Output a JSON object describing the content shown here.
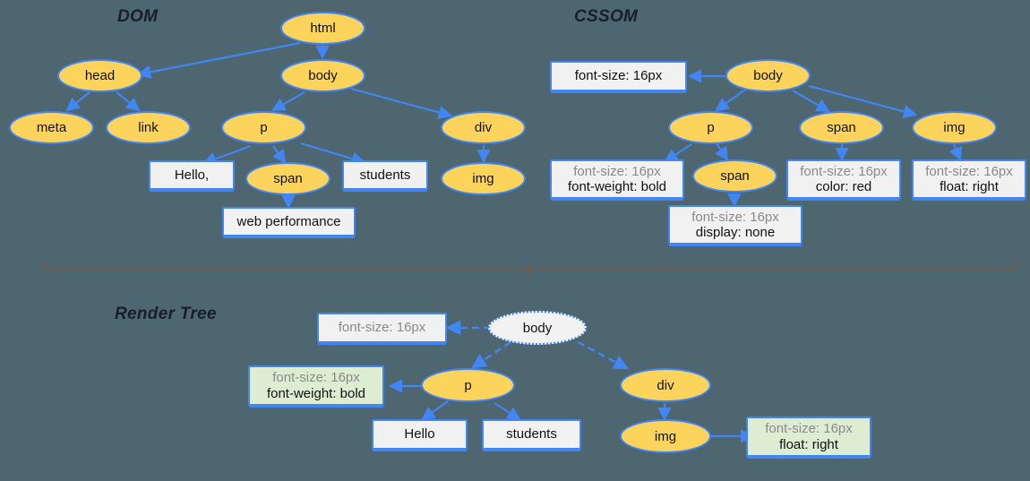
{
  "page": {
    "background_color": "#4d6670",
    "node_fill": "#fcd45c",
    "node_stroke": "#4285f4",
    "box_fill": "#f1f1f1",
    "box_fill_green": "#ddedd2",
    "dim_text_color": "#8a8a8a"
  },
  "sections": {
    "dom": {
      "title": "DOM"
    },
    "cssom": {
      "title": "CSSOM"
    },
    "render_tree": {
      "title": "Render Tree"
    }
  },
  "dom": {
    "nodes": [
      {
        "id": "html",
        "label": "html"
      },
      {
        "id": "head",
        "label": "head"
      },
      {
        "id": "body",
        "label": "body"
      },
      {
        "id": "meta",
        "label": "meta"
      },
      {
        "id": "link",
        "label": "link"
      },
      {
        "id": "p",
        "label": "p"
      },
      {
        "id": "div",
        "label": "div"
      },
      {
        "id": "span",
        "label": "span"
      },
      {
        "id": "img",
        "label": "img"
      }
    ],
    "text_nodes": [
      {
        "id": "hello",
        "label": "Hello,"
      },
      {
        "id": "students",
        "label": "students"
      },
      {
        "id": "webperf",
        "label": "web performance"
      }
    ]
  },
  "cssom": {
    "nodes": [
      {
        "id": "body",
        "label": "body"
      },
      {
        "id": "p",
        "label": "p"
      },
      {
        "id": "span_in_p",
        "label": "span"
      },
      {
        "id": "span",
        "label": "span"
      },
      {
        "id": "img",
        "label": "img"
      }
    ],
    "rules": [
      {
        "id": "body_rule",
        "lines": [
          {
            "text": "font-size: 16px",
            "dim": false
          }
        ]
      },
      {
        "id": "p_rule",
        "lines": [
          {
            "text": "font-size: 16px",
            "dim": true
          },
          {
            "text": "font-weight: bold",
            "dim": false
          }
        ]
      },
      {
        "id": "span_in_p_rule",
        "lines": [
          {
            "text": "font-size: 16px",
            "dim": true
          },
          {
            "text": "display: none",
            "dim": false
          }
        ]
      },
      {
        "id": "span_rule",
        "lines": [
          {
            "text": "font-size: 16px",
            "dim": true
          },
          {
            "text": "color: red",
            "dim": false
          }
        ]
      },
      {
        "id": "img_rule",
        "lines": [
          {
            "text": "font-size: 16px",
            "dim": true
          },
          {
            "text": "float: right",
            "dim": false
          }
        ]
      }
    ]
  },
  "render_tree": {
    "nodes": [
      {
        "id": "body",
        "label": "body"
      },
      {
        "id": "p",
        "label": "p"
      },
      {
        "id": "div",
        "label": "div"
      },
      {
        "id": "img",
        "label": "img"
      }
    ],
    "text_nodes": [
      {
        "id": "hello",
        "label": "Hello"
      },
      {
        "id": "students",
        "label": "students"
      }
    ],
    "rules": [
      {
        "id": "body_rule",
        "lines": [
          {
            "text": "font-size: 16px",
            "dim": true
          }
        ]
      },
      {
        "id": "p_rule",
        "lines": [
          {
            "text": "font-size: 16px",
            "dim": true
          },
          {
            "text": "font-weight: bold",
            "dim": false
          }
        ]
      },
      {
        "id": "img_rule",
        "lines": [
          {
            "text": "font-size: 16px",
            "dim": true
          },
          {
            "text": "float: right",
            "dim": false
          }
        ]
      }
    ]
  }
}
